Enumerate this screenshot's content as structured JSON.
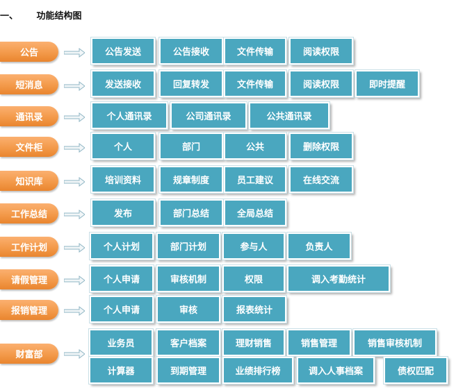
{
  "title": {
    "number": "一、",
    "text": "功能结构图"
  },
  "categories": [
    {
      "label": "公告",
      "items": [
        "公告发送",
        "公告接收",
        "文件传输",
        "阅读权限"
      ]
    },
    {
      "label": "短消息",
      "items": [
        "发送接收",
        "回复转发",
        "文件传输",
        "阅读权限",
        "即时提醒"
      ]
    },
    {
      "label": "通讯录",
      "items": [
        "个人通讯录",
        "公司通讯录",
        "公共通讯录"
      ]
    },
    {
      "label": "文件柜",
      "items": [
        "个人",
        "部门",
        "公共",
        "删除权限"
      ]
    },
    {
      "label": "知识库",
      "items": [
        "培训资料",
        "规章制度",
        "员工建议",
        "在线交流"
      ]
    },
    {
      "label": "工作总结",
      "items": [
        "发布",
        "部门总结",
        "全局总结"
      ]
    },
    {
      "label": "工作计划",
      "items": [
        "个人计划",
        "部门计划",
        "参与人",
        "负责人"
      ]
    },
    {
      "label": "请假管理",
      "items": [
        "个人申请",
        "审核机制",
        "权限",
        "调入考勤统计"
      ]
    },
    {
      "label": "报销管理",
      "items": [
        "个人申请",
        "审核",
        "报表统计"
      ]
    },
    {
      "label": "财富部",
      "items": [
        "业务员",
        "客户档案",
        "理财销售",
        "销售管理",
        "销售审核机制",
        "计算器",
        "到期管理",
        "业绩排行榜",
        "调入人事档案",
        "债权匹配"
      ]
    }
  ]
}
